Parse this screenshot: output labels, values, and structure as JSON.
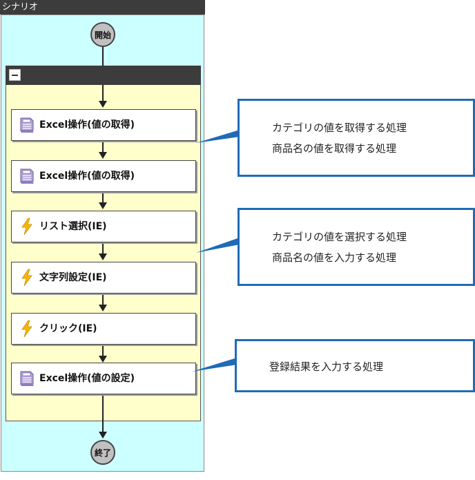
{
  "scenario": {
    "title": "シナリオ"
  },
  "nodes": {
    "start": "開始",
    "end": "終了"
  },
  "actions": [
    {
      "label": "Excel操作(値の取得)",
      "icon": "excel-doc-icon"
    },
    {
      "label": "Excel操作(値の取得)",
      "icon": "excel-doc-icon"
    },
    {
      "label": "リスト選択(IE)",
      "icon": "lightning-icon"
    },
    {
      "label": "文字列設定(IE)",
      "icon": "lightning-icon"
    },
    {
      "label": "クリック(IE)",
      "icon": "lightning-icon"
    },
    {
      "label": "Excel操作(値の設定)",
      "icon": "excel-doc-icon"
    }
  ],
  "callouts": [
    {
      "lines": [
        "カテゴリの値を取得する処理",
        "商品名の値を取得する処理"
      ]
    },
    {
      "lines": [
        "カテゴリの値を選択する処理",
        "商品名の値を入力する処理"
      ]
    },
    {
      "lines": [
        "登録結果を入力する処理"
      ]
    }
  ],
  "colors": {
    "scenario_bg": "#ccffff",
    "group_bg": "#ffffcc",
    "header_dark": "#3c3c3c",
    "callout_border": "#1f6bb5",
    "lightning": "#f5b800"
  }
}
